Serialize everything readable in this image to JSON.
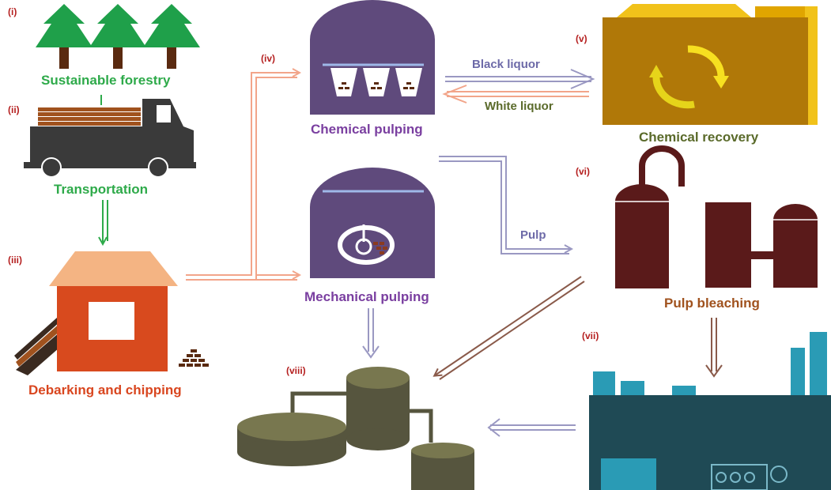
{
  "steps": {
    "forestry": {
      "num": "(i)",
      "label": "Sustainable forestry"
    },
    "transport": {
      "num": "(ii)",
      "label": "Transportation"
    },
    "debarking": {
      "num": "(iii)",
      "label": "Debarking and chipping"
    },
    "chemical": {
      "num": "(iv)",
      "label": "Chemical pulping"
    },
    "mechanical": {
      "label": "Mechanical pulping"
    },
    "recovery": {
      "num": "(v)",
      "label": "Chemical recovery"
    },
    "bleaching": {
      "num": "(vi)",
      "label": "Pulp bleaching"
    },
    "papermill": {
      "num": "(vii)"
    },
    "wastewater": {
      "num": "(viii)"
    }
  },
  "flows": {
    "black_liquor": "Black liquor",
    "white_liquor": "White liquor",
    "pulp": "Pulp"
  },
  "colors": {
    "green": "#2eaa4a",
    "purple": "#7a3fa0",
    "orange_red": "#d9461f",
    "olive": "#5a6a2a",
    "brown_text": "#a0521e",
    "step_number": "#b52020",
    "tree_green": "#1fa04a",
    "truck": "#3a3a3a",
    "house_wall": "#d84a1e",
    "roof": "#f4b483",
    "pulper": "#5f4a7c",
    "recovery_box": "#b07808",
    "recovery_top": "#f1c21a",
    "bleach_tanks": "#5a1a1a",
    "mill": "#1f4a55",
    "mill_accent": "#3a9ab5",
    "wastewater_tanks": "#56553e",
    "arrow_salmon": "#f2a58a",
    "arrow_lavender": "#9a98c2",
    "arrow_brown": "#8a5a4a"
  }
}
